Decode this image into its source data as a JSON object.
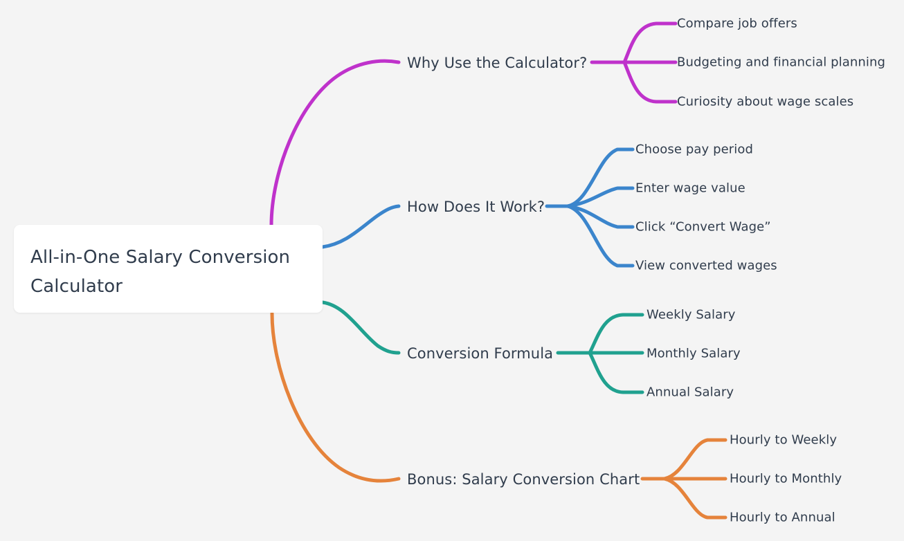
{
  "diagram": {
    "type": "mindmap",
    "background_color": "#f4f4f4",
    "text_color": "#303c4c",
    "root": {
      "label": "All-in-One Salary Conversion Calculator",
      "label_line1": "All-in-One Salary Conversion",
      "label_line2": "Calculator",
      "box_color": "#ffffff"
    },
    "branches": [
      {
        "label": "Why Use the Calculator?",
        "color": "#bf32cb",
        "children": [
          {
            "label": "Compare job offers"
          },
          {
            "label": "Budgeting and financial planning"
          },
          {
            "label": "Curiosity about wage scales"
          }
        ]
      },
      {
        "label": "How Does It Work?",
        "color": "#3b85cc",
        "children": [
          {
            "label": "Choose pay period"
          },
          {
            "label": "Enter wage value"
          },
          {
            "label": "Click “Convert Wage”"
          },
          {
            "label": "View converted wages"
          }
        ]
      },
      {
        "label": "Conversion Formula",
        "color": "#20a18f",
        "children": [
          {
            "label": "Weekly Salary"
          },
          {
            "label": "Monthly Salary"
          },
          {
            "label": "Annual Salary"
          }
        ]
      },
      {
        "label": "Bonus: Salary Conversion Chart",
        "color": "#e5833b",
        "children": [
          {
            "label": "Hourly to Weekly"
          },
          {
            "label": "Hourly to Monthly"
          },
          {
            "label": "Hourly to Annual"
          }
        ]
      }
    ]
  }
}
